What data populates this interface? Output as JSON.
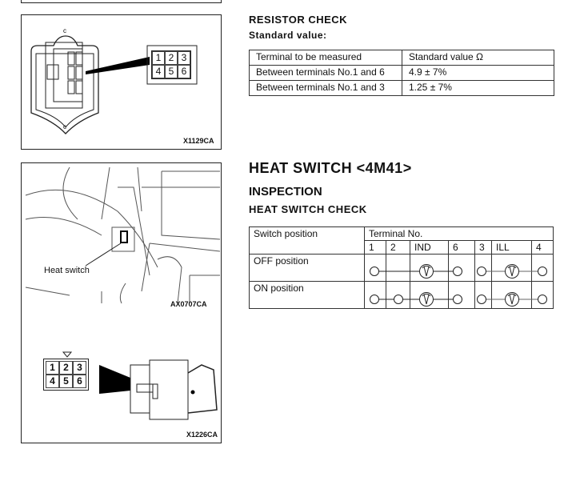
{
  "resistor": {
    "title": "RESISTOR CHECK",
    "subtitle": "Standard value:",
    "headers": [
      "Terminal to be measured",
      "Standard value Ω"
    ],
    "rows": [
      [
        "Between terminals No.1 and 6",
        "4.9  ±  7%"
      ],
      [
        "Between terminals No.1 and 3",
        "1.25  ±  7%"
      ]
    ],
    "figure_code": "X1129CA",
    "connector_pins": [
      "1",
      "2",
      "3",
      "4",
      "5",
      "6"
    ]
  },
  "heat_switch": {
    "title": "HEAT SWITCH <4M41>",
    "section": "INSPECTION",
    "subsection": "HEAT SWITCH CHECK",
    "figure_label": "Heat switch",
    "figure_code_1": "AX0707CA",
    "figure_code_2": "X1226CA",
    "connector_pins": [
      "1",
      "2",
      "3",
      "4",
      "5",
      "6"
    ],
    "table": {
      "col_header": "Switch position",
      "group_header": "Terminal No.",
      "terminals": [
        "1",
        "2",
        "IND",
        "6",
        "3",
        "ILL",
        "4"
      ],
      "rows": [
        {
          "label": "OFF position"
        },
        {
          "label": "ON position"
        }
      ]
    }
  }
}
